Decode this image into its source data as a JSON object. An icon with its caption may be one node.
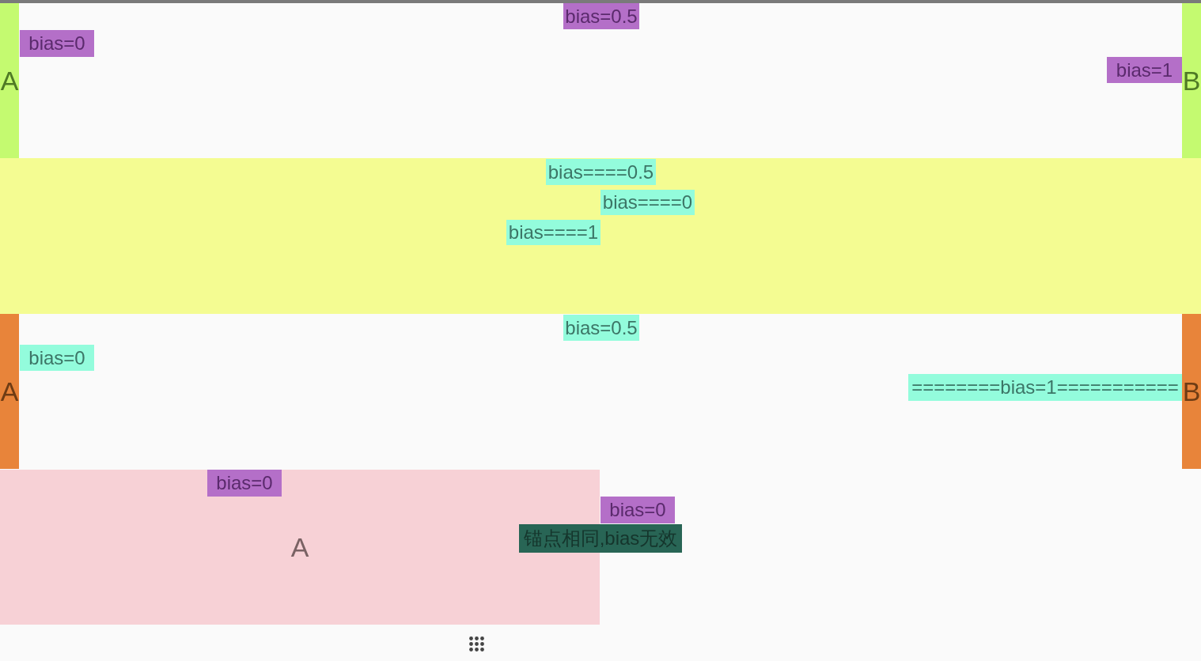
{
  "diagram": {
    "nodes": [
      {
        "text": [
          "A"
        ]
      },
      {
        "text": [
          "bias=0.5"
        ]
      },
      {
        "text": [
          "bias=0"
        ]
      },
      {
        "text": [
          "bias=1"
        ]
      },
      {
        "text": [
          "B"
        ]
      },
      {
        "text": [],
        "shape": "box"
      },
      {
        "text": [
          "bias====0.5"
        ],
        "in": 5
      },
      {
        "text": [
          "bias====0"
        ],
        "in": 5
      },
      {
        "text": [
          "bias====1"
        ],
        "in": 5
      },
      {
        "text": [
          "A"
        ]
      },
      {
        "text": [
          "bias=0.5"
        ]
      },
      {
        "text": [
          "bias=0"
        ]
      },
      {
        "text": [
          "========bias=1==========="
        ]
      },
      {
        "text": [
          "B"
        ]
      },
      {
        "text": [
          "A"
        ]
      },
      {
        "text": [
          "bias=0"
        ],
        "in": 14
      },
      {
        "text": [
          "bias=0"
        ]
      },
      {
        "text": [
          "锚点相同,bias无效"
        ]
      }
    ]
  }
}
